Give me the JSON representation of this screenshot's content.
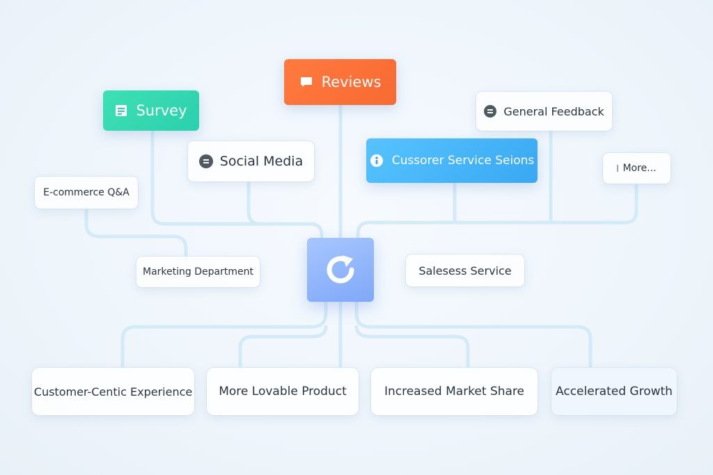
{
  "sources": {
    "reviews": "Reviews",
    "survey": "Survey",
    "general_feedback": "General Feedback",
    "social_media": "Social Media",
    "customer_service": "Cussorer Service Seions",
    "more": "More...",
    "ecommerce_qa": "E-commerce Q&A",
    "marketing": "Marketing Department",
    "sales_service": "Salesess Service"
  },
  "outcomes": {
    "experience": "Customer-Centic Experience",
    "product": "More Lovable Product",
    "market_share": "Increased Market Share",
    "growth": "Accelerated Growth"
  },
  "hub_icon": "refresh-cycle-icon",
  "icons": {
    "reviews": "chat-bubble-icon",
    "survey": "document-icon",
    "general_feedback": "menu-circle-icon",
    "social_media": "menu-circle-icon",
    "customer_service": "info-circle-icon"
  },
  "colors": {
    "reviews": "#f86a33",
    "survey": "#2bd0ad",
    "customer_service": "#3aa8f2",
    "hub": "#7fa8f8",
    "connector": "#d3ebf6"
  }
}
